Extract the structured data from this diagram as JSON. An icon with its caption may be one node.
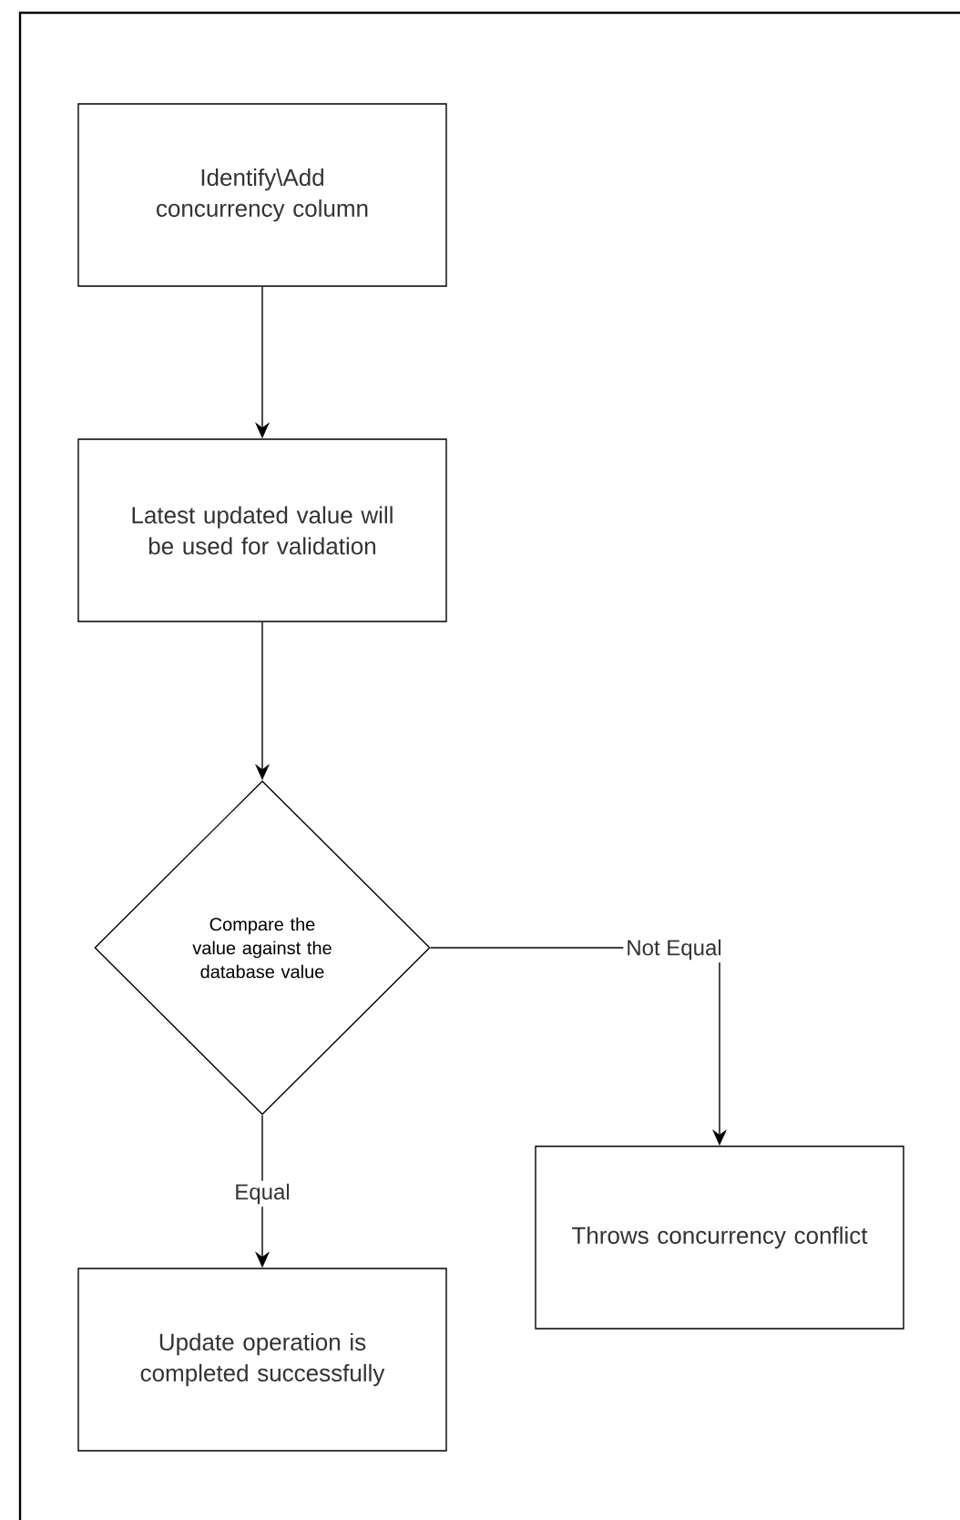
{
  "diagram": {
    "nodes": [
      {
        "text": [
          "Identify\\Add concurrency column"
        ]
      },
      {
        "text": [
          "Latest updated value will be used for validation"
        ]
      },
      {
        "text": [
          "Compare the value against the database value"
        ]
      },
      {
        "text": [
          "Update operation is completed successfully"
        ]
      },
      {
        "text": [
          "Throws concurrency conflict"
        ]
      }
    ],
    "edges": [
      {
        "from": 0,
        "to": 1,
        "arrow": "to"
      },
      {
        "from": 1,
        "to": 2,
        "arrow": "to"
      },
      {
        "from": 2,
        "to": 3,
        "arrow": "to",
        "label": "Equal"
      },
      {
        "from": 2,
        "to": 4,
        "arrow": "to",
        "label": "Not Equal"
      }
    ]
  }
}
